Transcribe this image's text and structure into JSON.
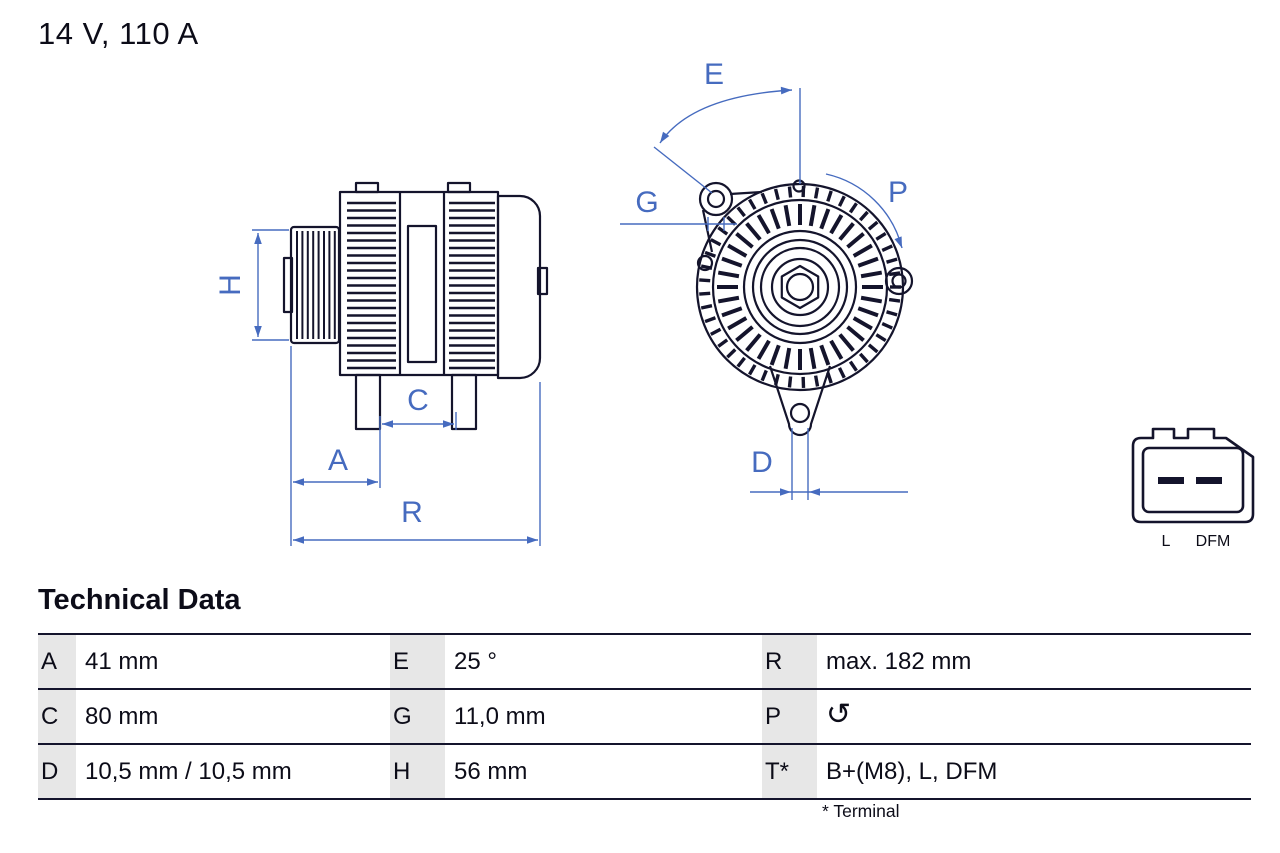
{
  "header": {
    "title": "14 V, 110 A"
  },
  "diagram": {
    "labels": {
      "H": "H",
      "A": "A",
      "C": "C",
      "R": "R",
      "E": "E",
      "G": "G",
      "P": "P",
      "D": "D"
    },
    "connector": {
      "left": "L",
      "right": "DFM"
    }
  },
  "technical_data": {
    "heading": "Technical Data",
    "rows": [
      {
        "cells": [
          {
            "k": "A",
            "v": "41 mm"
          },
          {
            "k": "E",
            "v": "25 °"
          },
          {
            "k": "R",
            "v": "max. 182 mm"
          }
        ]
      },
      {
        "cells": [
          {
            "k": "C",
            "v": "80 mm"
          },
          {
            "k": "G",
            "v": "11,0 mm"
          },
          {
            "k": "P",
            "v": "",
            "icon": "↺"
          }
        ]
      },
      {
        "cells": [
          {
            "k": "D",
            "v": "10,5 mm / 10,5 mm"
          },
          {
            "k": "H",
            "v": "56 mm"
          },
          {
            "k": "T*",
            "v": "B+(M8), L, DFM"
          }
        ]
      }
    ],
    "footnote": "* Terminal"
  }
}
